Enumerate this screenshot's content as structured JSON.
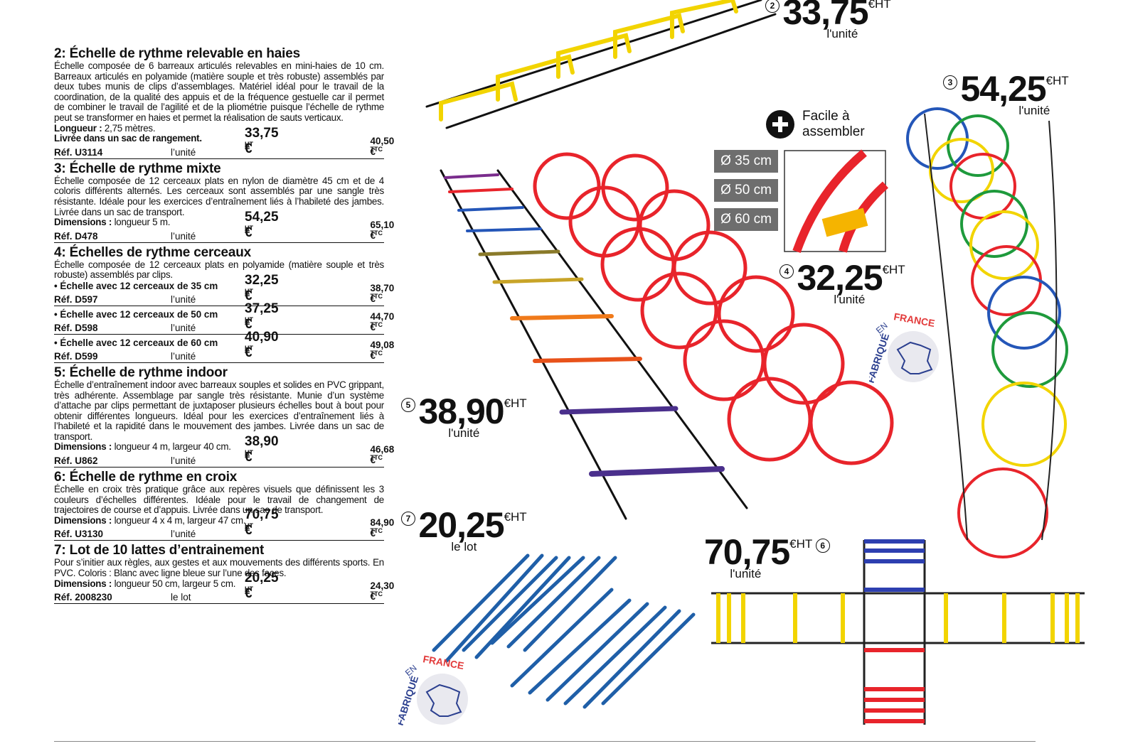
{
  "products": [
    {
      "num": "2",
      "title": "2: Échelle de rythme relevable en haies",
      "desc": "Échelle composée de 6 barreaux articulés relevables en mini-haies de 10 cm. Barreaux articulés en polyamide (matière souple et très robuste) assemblés par deux tubes munis de clips d’assemblages. Matériel idéal pour le travail de la coordination, de la qualité des appuis et de la fréquence gestuelle car il permet de combiner le travail de l’agilité et de la pliométrie puisque l’échelle de rythme peut se transformer en haies et permet la réalisation de sauts verticaux.",
      "dim_label": "Longueur :",
      "dim_value": "2,75 mètres.",
      "extra": "Livrée dans un sac de rangement.",
      "ref": "Réf. U3114",
      "unit": "l’unité",
      "ht": "33,75 €",
      "ttc": "40,50 €"
    },
    {
      "num": "3",
      "title": "3: Échelle de rythme mixte",
      "desc": "Échelle composée de 12 cerceaux plats en nylon de diamètre 45 cm et de 4 coloris différents alternés. Les cerceaux sont assemblés par une sangle très résistante. Idéale pour les exercices d’entraînement liés à l’habileté des jambes. Livrée dans un sac de transport.",
      "dim_label": "Dimensions :",
      "dim_value": "longueur 5 m.",
      "ref": "Réf. D478",
      "unit": "l’unité",
      "ht": "54,25 €",
      "ttc": "65,10 €"
    },
    {
      "num": "4",
      "title": "4: Échelles de rythme cerceaux",
      "desc": "Échelle composée de 12 cerceaux plats en polyamide (matière souple et très robuste) assemblés par clips.",
      "variants": [
        {
          "label": "• Échelle avec 12 cerceaux de 35 cm",
          "ref": "Réf. D597",
          "unit": "l’unité",
          "ht": "32,25 €",
          "ttc": "38,70 €"
        },
        {
          "label": "• Échelle avec 12 cerceaux de 50 cm",
          "ref": "Réf. D598",
          "unit": "l’unité",
          "ht": "37,25 €",
          "ttc": "44,70 €"
        },
        {
          "label": "• Échelle avec 12 cerceaux de 60 cm",
          "ref": "Réf. D599",
          "unit": "l’unité",
          "ht": "40,90 €",
          "ttc": "49,08 €"
        }
      ]
    },
    {
      "num": "5",
      "title": "5: Échelle de rythme indoor",
      "desc": "Échelle d’entraînement indoor avec barreaux souples et solides en PVC grippant, très adhérente. Assemblage par sangle très résistante. Munie d’un système d’attache par clips permettant de juxtaposer plusieurs échelles bout à bout pour obtenir différentes longueurs. Idéal pour les exercices d’entraînement liés à l’habileté et la rapidité dans le mouvement des jambes. Livrée dans un sac de transport.",
      "dim_label": "Dimensions :",
      "dim_value": "longueur 4 m, largeur 40 cm.",
      "ref": "Réf. U862",
      "unit": "l’unité",
      "ht": "38,90 €",
      "ttc": "46,68 €"
    },
    {
      "num": "6",
      "title": "6: Échelle de rythme en croix",
      "desc": "Échelle en croix très pratique grâce aux repères visuels que définissent les 3 couleurs d’échelles différentes. Idéale pour le travail de changement de trajectoires de course et d’appuis. Livrée dans un sac de transport.",
      "dim_label": "Dimensions :",
      "dim_value": "longueur 4 x 4 m, largeur 47 cm.",
      "ref": "Réf. U3130",
      "unit": "l’unité",
      "ht": "70,75 €",
      "ttc": "84,90 €"
    },
    {
      "num": "7",
      "title": "7: Lot de 10 lattes d’entrainement",
      "desc": "Pour s’initier aux règles, aux gestes et aux mouvements des différents sports. En PVC. Coloris : Blanc avec ligne bleue sur l’une des faces.",
      "dim_label": "Dimensions :",
      "dim_value": "longueur 50 cm, largeur 5 cm.",
      "ref": "Réf. 2008230",
      "unit": "le lot",
      "ht": "20,25 €",
      "ttc": "24,30 €"
    }
  ],
  "sup_ht": "HT",
  "sup_ttc": "TTC",
  "callouts": {
    "p2": {
      "num": "2",
      "price": "33,75",
      "cur": "€HT",
      "sub": "l'unité"
    },
    "p3": {
      "num": "3",
      "price": "54,25",
      "cur": "€HT",
      "sub": "l'unité"
    },
    "p4": {
      "num": "4",
      "price": "32,25",
      "cur": "€HT",
      "sub": "l'unité"
    },
    "p5": {
      "num": "5",
      "price": "38,90",
      "cur": "€HT",
      "sub": "l'unité"
    },
    "p6": {
      "num": "6",
      "price": "70,75",
      "cur": "€HT",
      "sub": "l'unité"
    },
    "p7": {
      "num": "7",
      "price": "20,25",
      "cur": "€HT",
      "sub": "le lot"
    }
  },
  "assemble": {
    "line1": "Facile à",
    "line2": "assembler",
    "icon": "plus-circle-icon"
  },
  "sizes": [
    "Ø 35 cm",
    "Ø 50 cm",
    "Ø 60 cm"
  ],
  "badge": {
    "fabrique": "FABRIQUÉ",
    "en": "EN",
    "france": "FRANCE"
  },
  "colors": {
    "red": "#e8242b",
    "yellow": "#f2d400",
    "blue": "#2456b8",
    "green": "#1e9a3c",
    "purple": "#5a2d8c",
    "orange": "#f07a1a",
    "badge_blue": "#2b3f8f",
    "badge_red": "#e23a3a"
  }
}
